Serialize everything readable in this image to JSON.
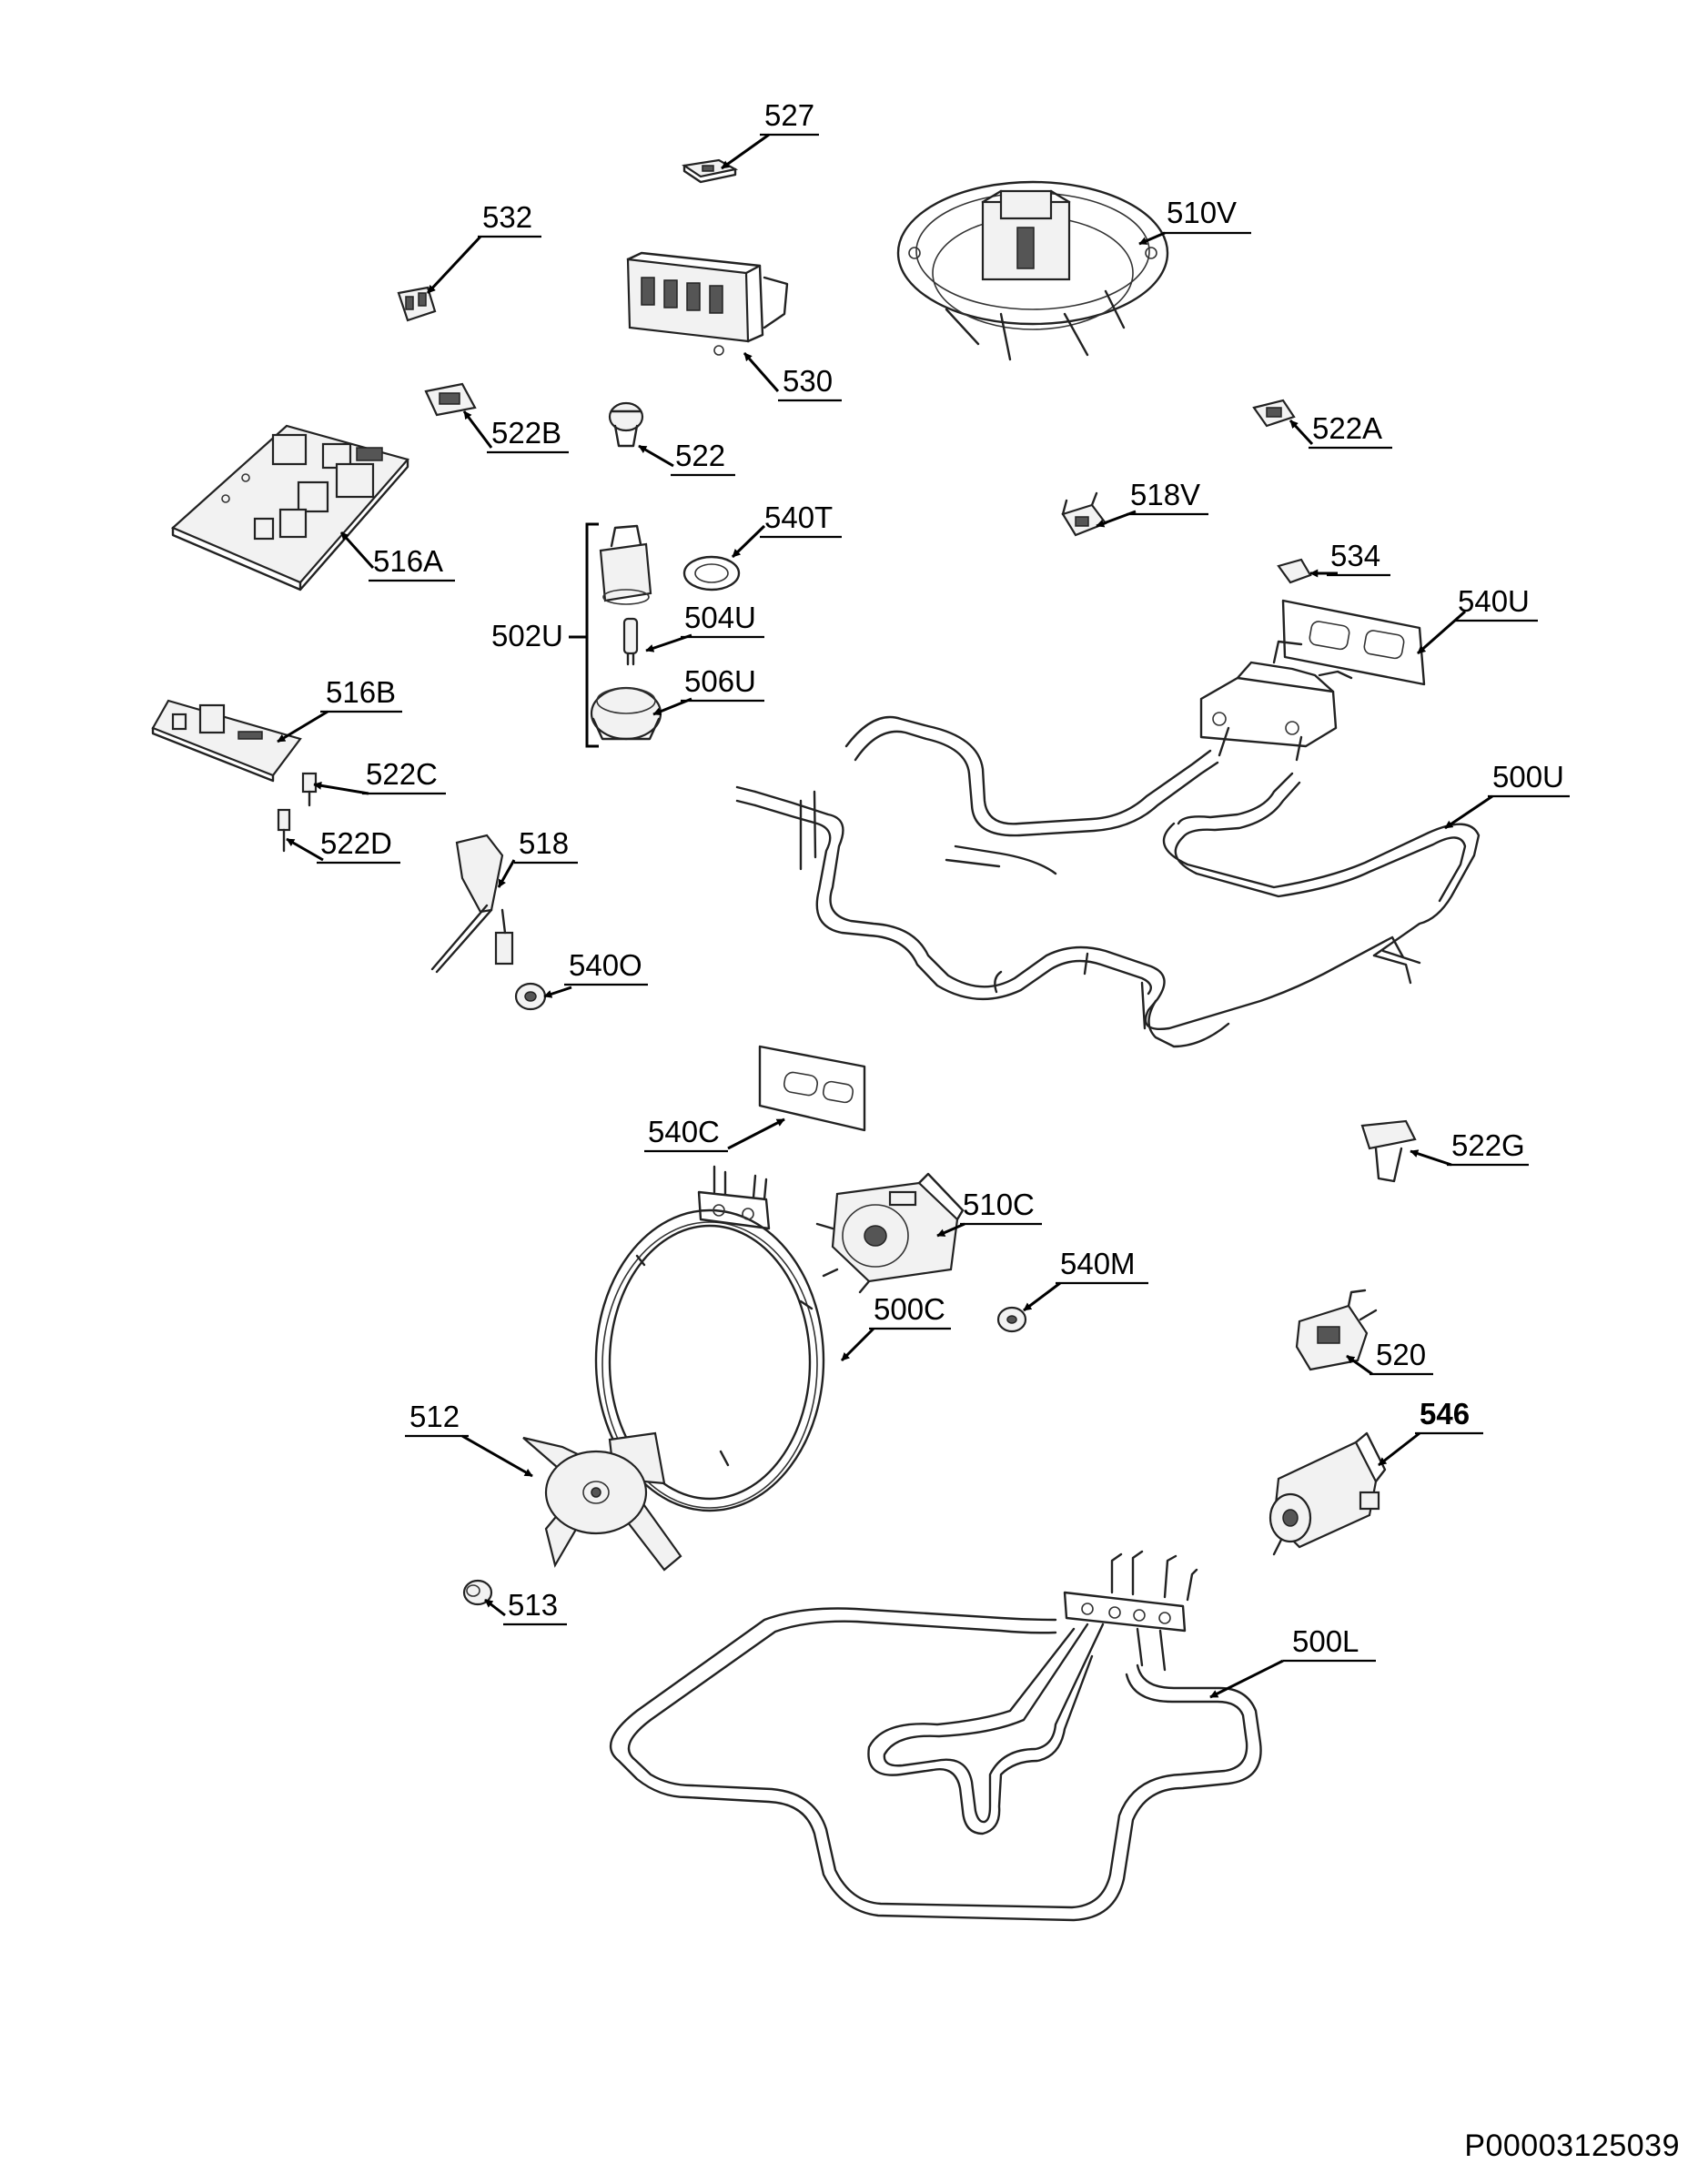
{
  "document_code": "P00003125039",
  "labels": {
    "l527": "527",
    "l532": "532",
    "l510V": "510V",
    "l530": "530",
    "l522B": "522B",
    "l522": "522",
    "l522A": "522A",
    "l516A": "516A",
    "l540T": "540T",
    "l518V": "518V",
    "l502U": "502U",
    "l504U": "504U",
    "l534": "534",
    "l540U": "540U",
    "l506U": "506U",
    "l516B": "516B",
    "l522C": "522C",
    "l500U": "500U",
    "l522D": "522D",
    "l518": "518",
    "l540O": "540O",
    "l540C": "540C",
    "l522G": "522G",
    "l510C": "510C",
    "l540M": "540M",
    "l500C": "500C",
    "l520": "520",
    "l512": "512",
    "l546": "546",
    "l513": "513",
    "l500L": "500L"
  }
}
